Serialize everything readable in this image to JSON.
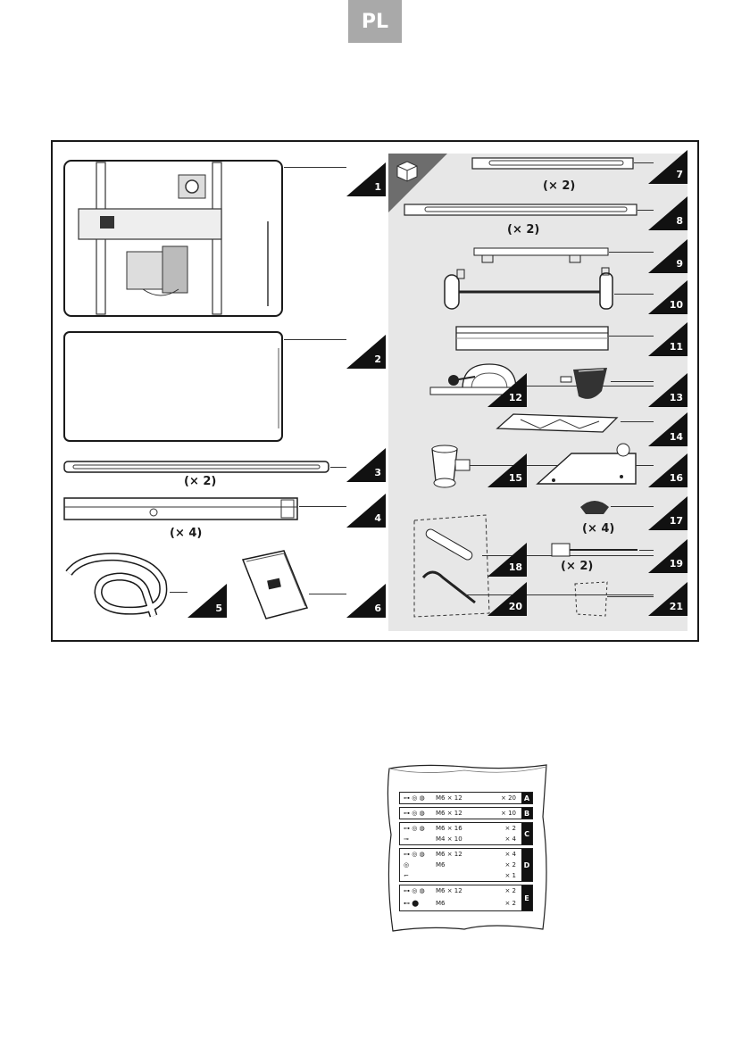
{
  "header": {
    "lang": "PL"
  },
  "parts": {
    "p1": "1",
    "p2": "2",
    "p3": "3",
    "p4": "4",
    "p5": "5",
    "p6": "6",
    "p7": "7",
    "p8": "8",
    "p9": "9",
    "p10": "10",
    "p11": "11",
    "p12": "12",
    "p13": "13",
    "p14": "14",
    "p15": "15",
    "p16": "16",
    "p17": "17",
    "p18": "18",
    "p19": "19",
    "p20": "20",
    "p21": "21"
  },
  "quantities": {
    "q3": "(× 2)",
    "q4": "(× 4)",
    "q7": "(× 2)",
    "q8": "(× 2)",
    "q17": "(× 4)",
    "q19": "(× 2)"
  },
  "hardware": {
    "A": {
      "letter": "A",
      "rows": [
        {
          "size": "M6 × 12",
          "qty": "× 20"
        }
      ]
    },
    "B": {
      "letter": "B",
      "rows": [
        {
          "size": "M6 × 12",
          "qty": "× 10"
        }
      ]
    },
    "C": {
      "letter": "C",
      "rows": [
        {
          "size": "M6 × 16",
          "qty": "× 2"
        },
        {
          "size": "M4 × 10",
          "qty": "× 4"
        }
      ]
    },
    "D": {
      "letter": "D",
      "rows": [
        {
          "size": "M6 × 12",
          "qty": "× 4"
        },
        {
          "size": "M6",
          "qty": "× 2"
        },
        {
          "size": "",
          "qty": "× 1"
        }
      ]
    },
    "E": {
      "letter": "E",
      "rows": [
        {
          "size": "M6 × 12",
          "qty": "× 2"
        },
        {
          "size": "M6",
          "qty": "× 2"
        }
      ]
    }
  }
}
